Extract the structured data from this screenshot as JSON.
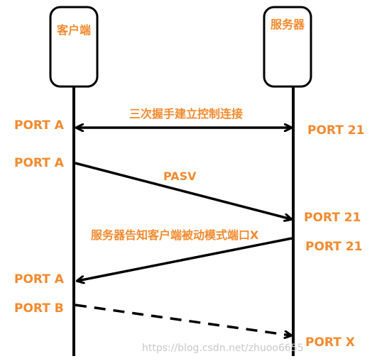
{
  "participants": {
    "client": "客户端",
    "server": "服务器"
  },
  "messages": {
    "handshake": "三次握手建立控制连接",
    "pasv": "PASV",
    "server_notify": "服务器告知客户端被动模式端口X"
  },
  "port_labels": {
    "client_port_a_1": "PORT A",
    "client_port_a_2": "PORT A",
    "client_port_a_3": "PORT A",
    "client_port_b": "PORT B",
    "server_port_21_1": "PORT 21",
    "server_port_21_2": "PORT 21",
    "server_port_21_3": "PORT 21",
    "server_port_x": "PORT X"
  },
  "watermark": "https://blog.csdn.net/zhuoo6655",
  "colors": {
    "label": "#f28a2e",
    "line": "#000000"
  }
}
